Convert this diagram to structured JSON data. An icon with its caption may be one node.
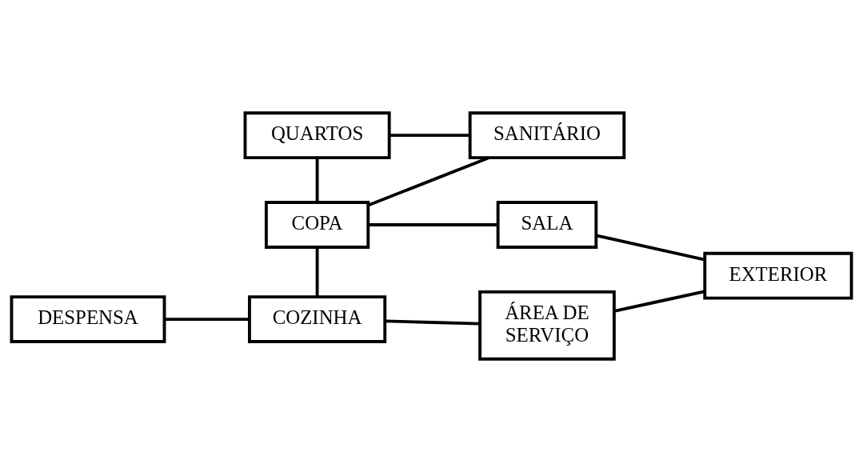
{
  "diagram": {
    "nodes": [
      {
        "text": [
          "QUARTOS"
        ]
      },
      {
        "text": [
          "SANITÁRIO"
        ]
      },
      {
        "text": [
          "COPA"
        ]
      },
      {
        "text": [
          "SALA"
        ]
      },
      {
        "text": [
          "EXTERIOR"
        ]
      },
      {
        "text": [
          "DESPENSA"
        ]
      },
      {
        "text": [
          "COZINHA"
        ]
      },
      {
        "text": [
          "ÁREA DE SERVIÇO"
        ]
      }
    ],
    "edges": [
      {
        "from": 0,
        "to": 2,
        "arrow": "none"
      },
      {
        "from": 1,
        "to": 0,
        "arrow": "none"
      },
      {
        "from": 1,
        "to": 2,
        "arrow": "none"
      },
      {
        "from": 2,
        "to": 3,
        "arrow": "none"
      },
      {
        "from": 3,
        "to": 4,
        "arrow": "none"
      },
      {
        "from": 2,
        "to": 6,
        "arrow": "none"
      },
      {
        "from": 5,
        "to": 6,
        "arrow": "none"
      },
      {
        "from": 6,
        "to": 7,
        "arrow": "none"
      },
      {
        "from": 7,
        "to": 4,
        "arrow": "none"
      }
    ]
  }
}
